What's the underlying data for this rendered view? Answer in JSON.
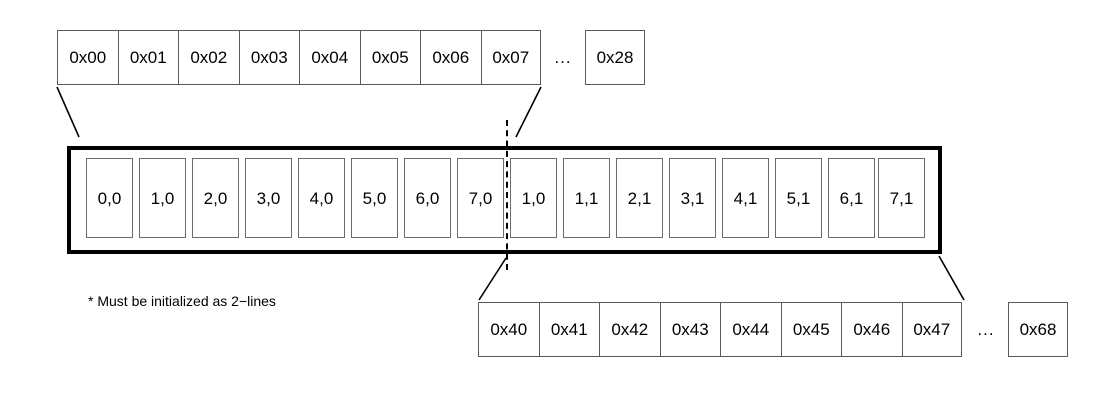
{
  "diagram": {
    "title": "cache-line-address-mapping-diagram",
    "note": "* Must be initialized as 2−lines",
    "ellipsis": "...",
    "colors": {
      "container_border": "#000000",
      "cell_border": "#5a5a5a",
      "background": "#ffffff",
      "text": "#000000"
    },
    "top_row": {
      "name": "line-0-address-row",
      "cells": [
        "0x00",
        "0x01",
        "0x02",
        "0x03",
        "0x04",
        "0x05",
        "0x06",
        "0x07"
      ],
      "ellipsis": "...",
      "tail_cell": "0x28"
    },
    "middle_row": {
      "name": "cache-line-buffer",
      "cells": [
        "0,0",
        "1,0",
        "2,0",
        "3,0",
        "4,0",
        "5,0",
        "6,0",
        "7,0",
        "1,0",
        "1,1",
        "2,1",
        "3,1",
        "4,1",
        "5,1",
        "6,1",
        "7,1"
      ],
      "split_after_index": 8
    },
    "bottom_row": {
      "name": "line-1-address-row",
      "cells": [
        "0x40",
        "0x41",
        "0x42",
        "0x43",
        "0x44",
        "0x45",
        "0x46",
        "0x47"
      ],
      "ellipsis": "...",
      "tail_cell": "0x68"
    }
  }
}
